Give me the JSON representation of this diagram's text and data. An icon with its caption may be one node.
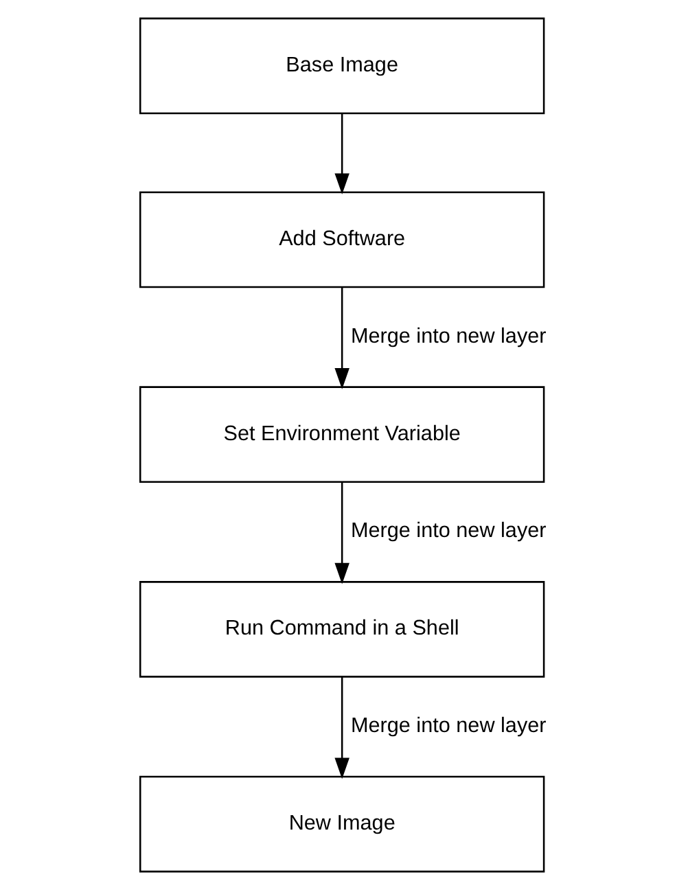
{
  "diagram": {
    "nodes": [
      {
        "text": [
          "Base Image"
        ]
      },
      {
        "text": [
          "Add Software"
        ]
      },
      {
        "text": [
          "Set Environment Variable"
        ]
      },
      {
        "text": [
          "Run Command in a Shell"
        ]
      },
      {
        "text": [
          "New Image"
        ]
      }
    ],
    "edges": [
      {
        "from": 0,
        "to": 1,
        "arrow": "to"
      },
      {
        "from": 1,
        "to": 2,
        "arrow": "to",
        "label": "Merge into new layer"
      },
      {
        "from": 2,
        "to": 3,
        "arrow": "to",
        "label": "Merge into new layer"
      },
      {
        "from": 3,
        "to": 4,
        "arrow": "to",
        "label": "Merge into new layer"
      }
    ]
  }
}
